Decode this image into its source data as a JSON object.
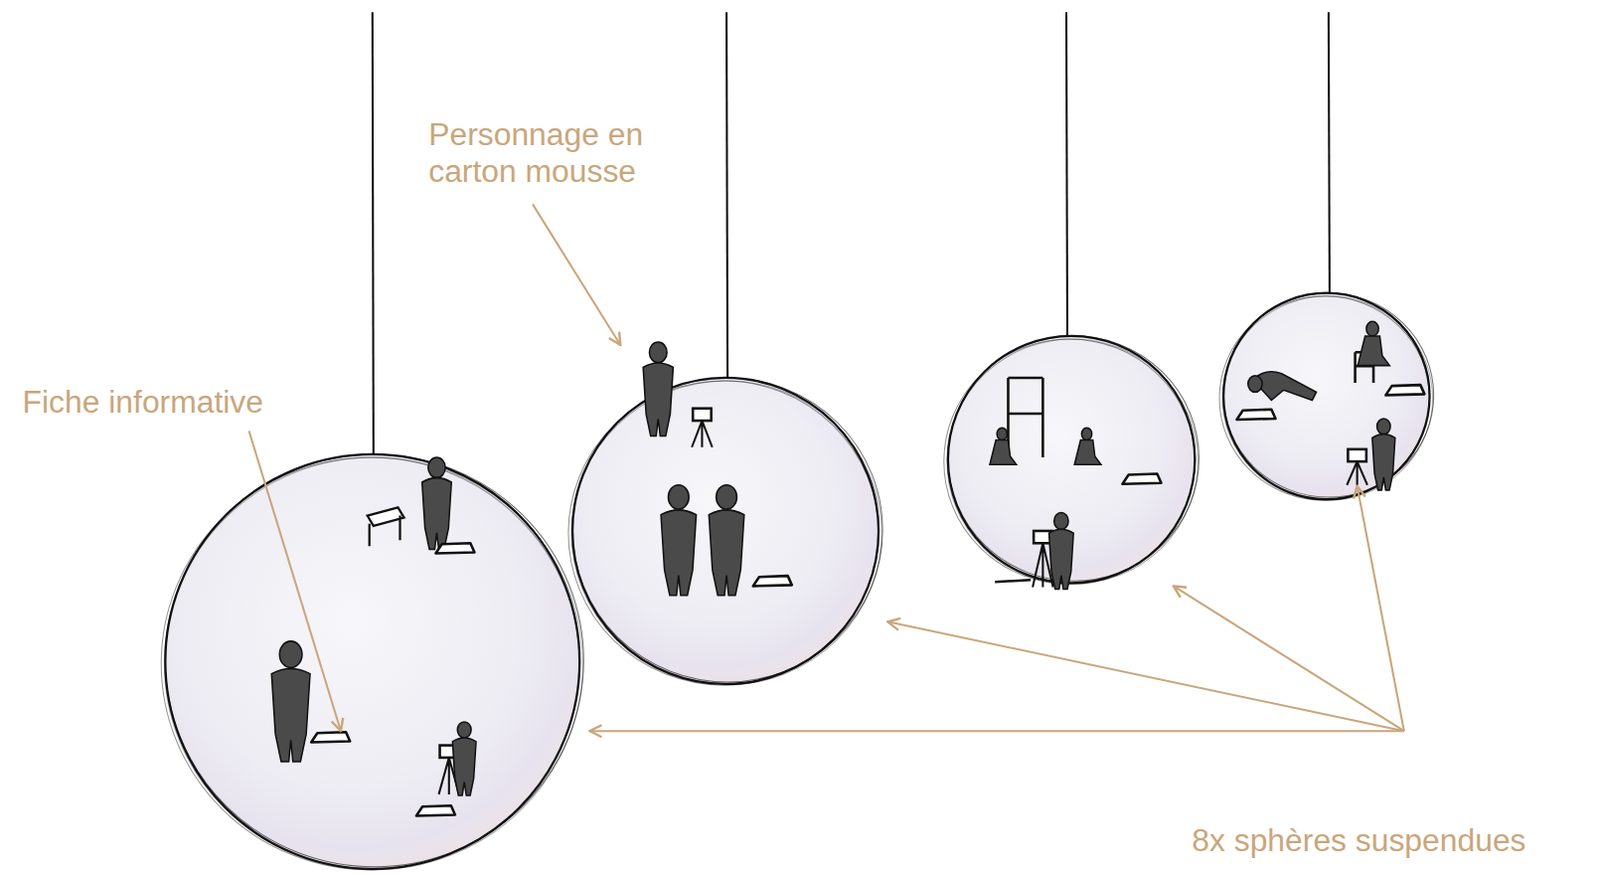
{
  "diagram": {
    "labels": [
      "Personnage en carton mousse",
      "Fiche informative",
      "8x sphères suspendues"
    ]
  }
}
